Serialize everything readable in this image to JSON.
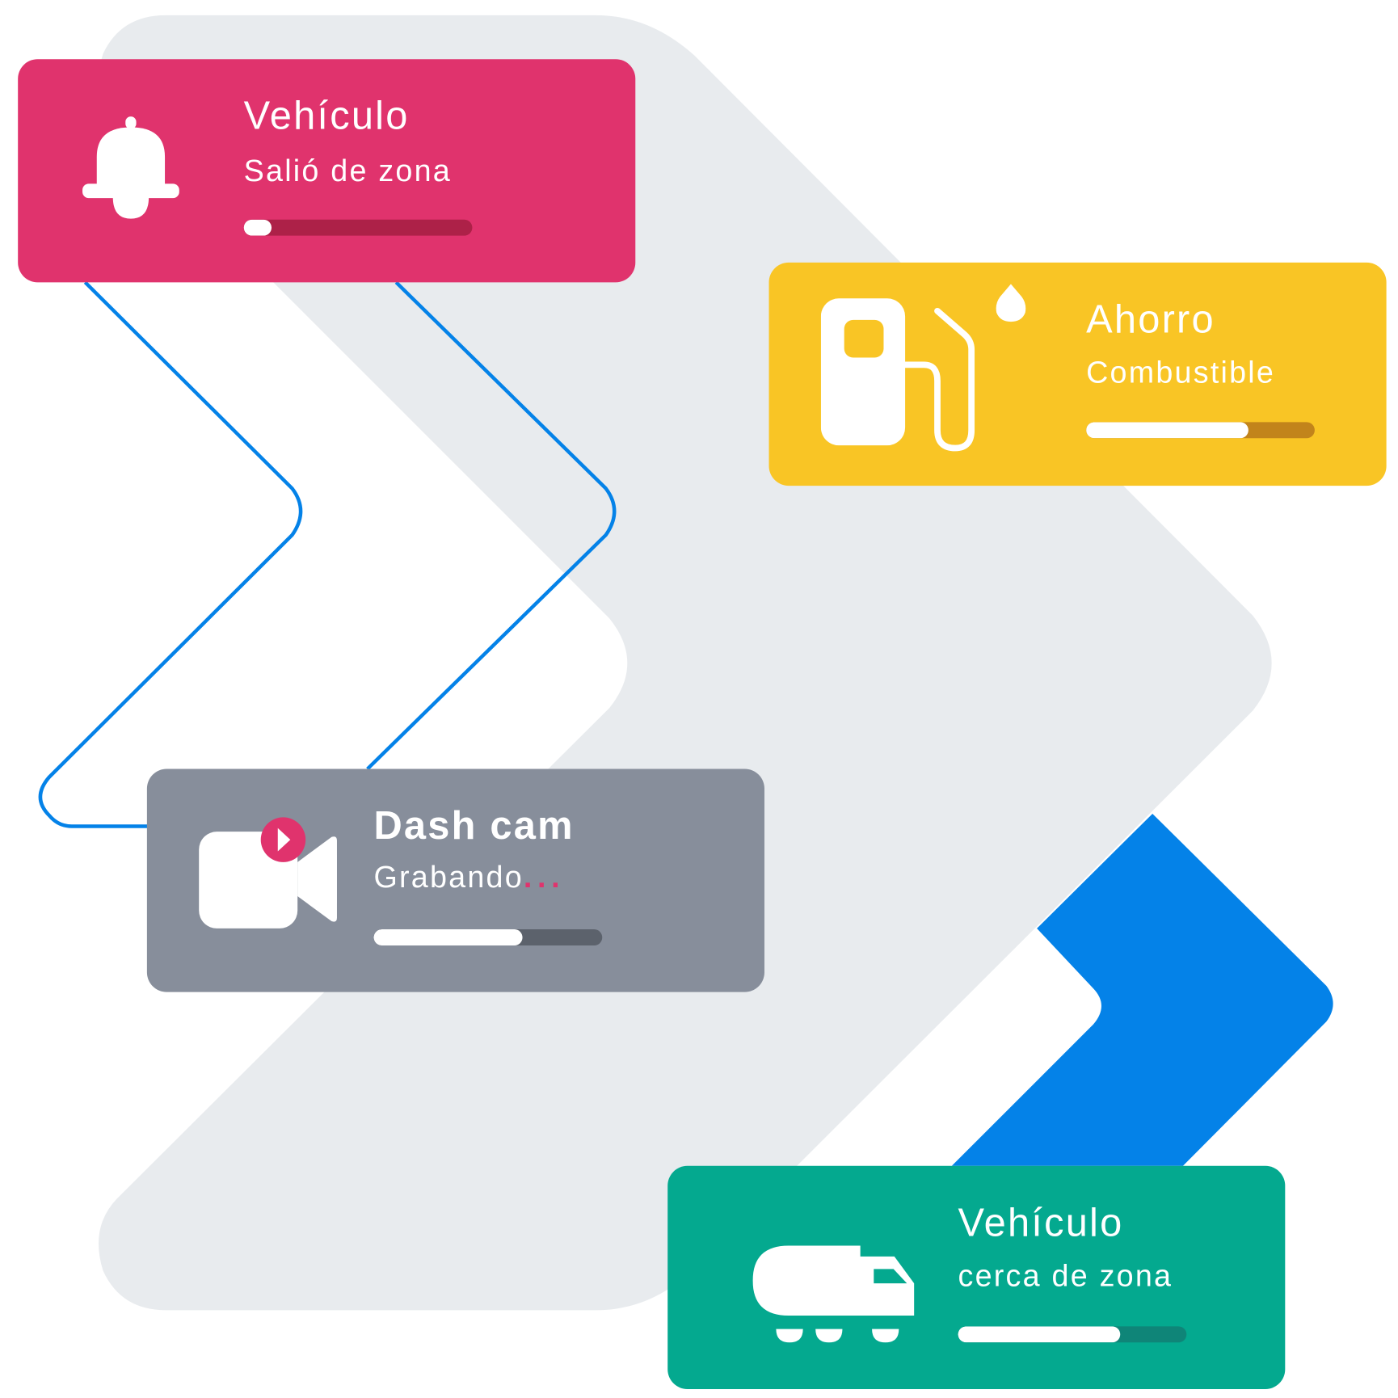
{
  "colors": {
    "background": "#ffffff",
    "backdrop_shape": "#e8ebee",
    "route_line": "#0482e8",
    "alert": "#e0336d",
    "fuel": "#f9c525",
    "dashcam": "#878e9b",
    "proximity": "#04a98f"
  },
  "cards": [
    {
      "id": "exit-zone",
      "icon": "bell-icon",
      "title": "Vehículo",
      "subtitle": "Salió de zona",
      "progress": 0.12
    },
    {
      "id": "fuel-savings",
      "icon": "fuel-pump-icon",
      "title": "Ahorro",
      "subtitle": "Combustible",
      "progress": 0.71
    },
    {
      "id": "dash-cam",
      "icon": "video-camera-icon",
      "title": "Dash cam",
      "subtitle": "Grabando",
      "subtitle_suffix": "...",
      "progress": 0.65
    },
    {
      "id": "near-zone",
      "icon": "truck-icon",
      "title": "Vehículo",
      "subtitle": "cerca de zona",
      "progress": 0.71
    }
  ]
}
